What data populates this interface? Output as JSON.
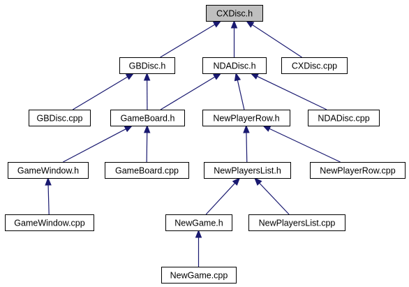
{
  "diagram": {
    "colors": {
      "edge": "#191970",
      "node_border": "#000000",
      "node_fill": "#ffffff",
      "highlight_fill": "#bfbfbf",
      "text": "#000000"
    },
    "nodes": [
      {
        "id": "cxdisc_h",
        "label": "CXDisc.h",
        "highlighted": true
      },
      {
        "id": "gbdisc_h",
        "label": "GBDisc.h"
      },
      {
        "id": "ndadisc_h",
        "label": "NDADisc.h"
      },
      {
        "id": "cxdisc_cpp",
        "label": "CXDisc.cpp"
      },
      {
        "id": "gbdisc_cpp",
        "label": "GBDisc.cpp"
      },
      {
        "id": "gameboard_h",
        "label": "GameBoard.h"
      },
      {
        "id": "newplayerrow_h",
        "label": "NewPlayerRow.h"
      },
      {
        "id": "ndadisc_cpp",
        "label": "NDADisc.cpp"
      },
      {
        "id": "gamewindow_h",
        "label": "GameWindow.h"
      },
      {
        "id": "gameboard_cpp",
        "label": "GameBoard.cpp"
      },
      {
        "id": "newplayerslist_h",
        "label": "NewPlayersList.h"
      },
      {
        "id": "newplayerrow_cpp",
        "label": "NewPlayerRow.cpp"
      },
      {
        "id": "gamewindow_cpp",
        "label": "GameWindow.cpp"
      },
      {
        "id": "newgame_h",
        "label": "NewGame.h"
      },
      {
        "id": "newplayerslist_cpp",
        "label": "NewPlayersList.cpp"
      },
      {
        "id": "newgame_cpp",
        "label": "NewGame.cpp"
      }
    ],
    "edges": [
      {
        "from": "gbdisc_h",
        "to": "cxdisc_h"
      },
      {
        "from": "ndadisc_h",
        "to": "cxdisc_h"
      },
      {
        "from": "cxdisc_cpp",
        "to": "cxdisc_h"
      },
      {
        "from": "gbdisc_cpp",
        "to": "gbdisc_h"
      },
      {
        "from": "gameboard_h",
        "to": "gbdisc_h"
      },
      {
        "from": "gameboard_h",
        "to": "ndadisc_h"
      },
      {
        "from": "newplayerrow_h",
        "to": "ndadisc_h"
      },
      {
        "from": "ndadisc_cpp",
        "to": "ndadisc_h"
      },
      {
        "from": "gamewindow_h",
        "to": "gameboard_h"
      },
      {
        "from": "gameboard_cpp",
        "to": "gameboard_h"
      },
      {
        "from": "newplayerslist_h",
        "to": "newplayerrow_h"
      },
      {
        "from": "newplayerrow_cpp",
        "to": "newplayerrow_h"
      },
      {
        "from": "gamewindow_cpp",
        "to": "gamewindow_h"
      },
      {
        "from": "newgame_h",
        "to": "newplayerslist_h"
      },
      {
        "from": "newplayerslist_cpp",
        "to": "newplayerslist_h"
      },
      {
        "from": "newgame_cpp",
        "to": "newgame_h"
      }
    ]
  }
}
